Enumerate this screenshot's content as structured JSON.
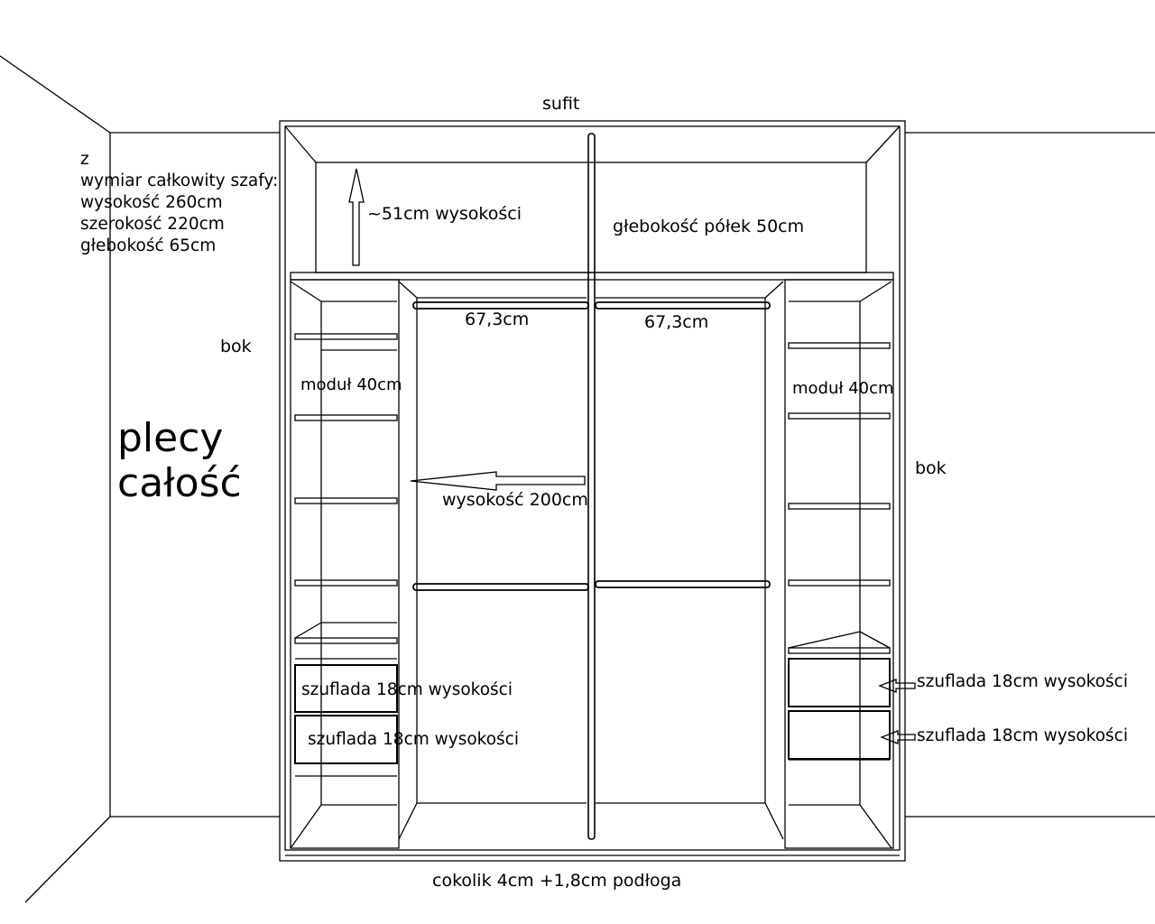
{
  "labels": {
    "ceiling": "sufit",
    "top_compartment_height": "~51cm wysokości",
    "shelf_depth": "głebokość półek 50cm",
    "left_rail_width": "67,3cm",
    "right_rail_width": "67,3cm",
    "side_left": "bok",
    "side_right": "bok",
    "module_left": "moduł 40cm",
    "module_right": "moduł 40cm",
    "back_line1": "plecy",
    "back_line2": "całość",
    "hanging_height": "wysokość 200cm",
    "drawer_left_1": "szuflada 18cm wysokości",
    "drawer_left_2": "szuflada 18cm wysokości",
    "drawer_right_1": "szuflada 18cm wysokości",
    "drawer_right_2": "szuflada 18cm wysokości",
    "plinth": "cokolik 4cm +1,8cm podłoga"
  },
  "dimensions": {
    "lines": [
      "z",
      "wymiar całkowity szafy:",
      "wysokość 260cm",
      "szerokość 220cm",
      "głebokość 65cm"
    ]
  }
}
